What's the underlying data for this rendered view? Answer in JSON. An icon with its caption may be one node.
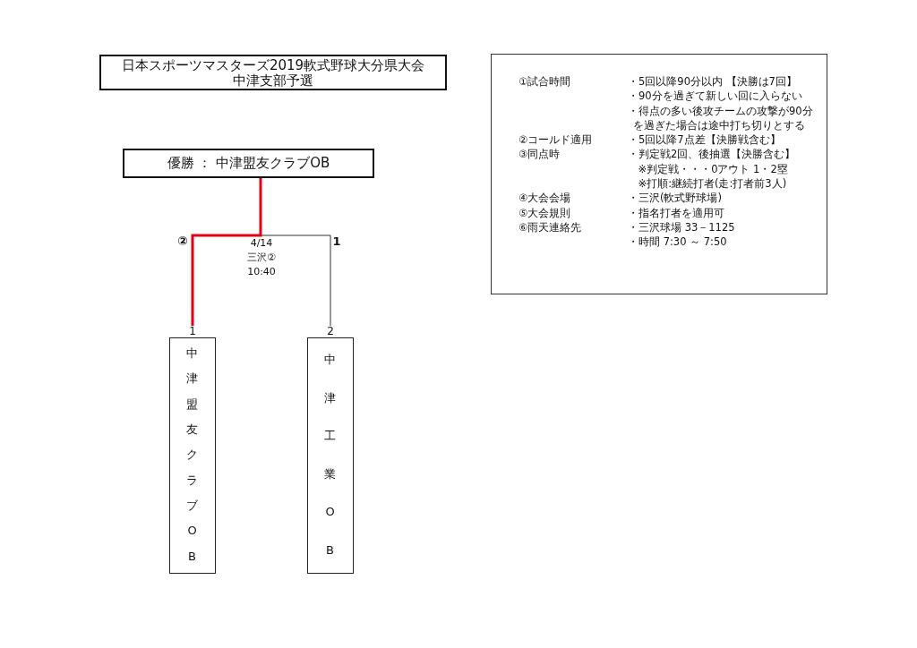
{
  "diagram": {
    "title": "日本スポーツマスターズ2019軟式野球大分県大会中津支部予選",
    "nodes": [
      {
        "text": [
          "①試合時間",
          "・5回以降90分以内 【決勝は7回】",
          "・90分を過ぎて新しい回に入らない",
          "・得点の多い後攻チームの攻撃が90分を過ぎた場合は途中打ち切りとする",
          "②コールド適用",
          "・5回以降7点差【決勝戦含む】",
          "③同点時",
          "・判定戦2回、後抽選【決勝含む】",
          "※判定戦・・・0アウト 1・2塁",
          "※打順:継続打者(走:打者前3人)",
          "④大会会場",
          "・三沢(軟式野球場)",
          "⑤大会規則",
          "・指名打者を適用可",
          "⑥雨天連絡先",
          "・三沢球場 33－1125",
          "・時間 7:30 ～ 7:50"
        ]
      },
      {
        "text": [
          "優勝 ： 中津盟友クラブOB"
        ]
      },
      {
        "text": [
          "中津盟友クラブOB"
        ],
        "beside": [
          "1"
        ]
      },
      {
        "text": [
          "中津工業OB"
        ],
        "beside": [
          "2"
        ]
      }
    ],
    "edges": [
      {
        "from": 1,
        "to": 2,
        "arrow": "none",
        "style": "thick",
        "color": "#e60012"
      },
      {
        "from": 1,
        "to": 3,
        "arrow": "none",
        "color": "#333333"
      }
    ],
    "labels": [
      "②",
      "4/14",
      "三沢②",
      "10:40",
      "1"
    ]
  }
}
